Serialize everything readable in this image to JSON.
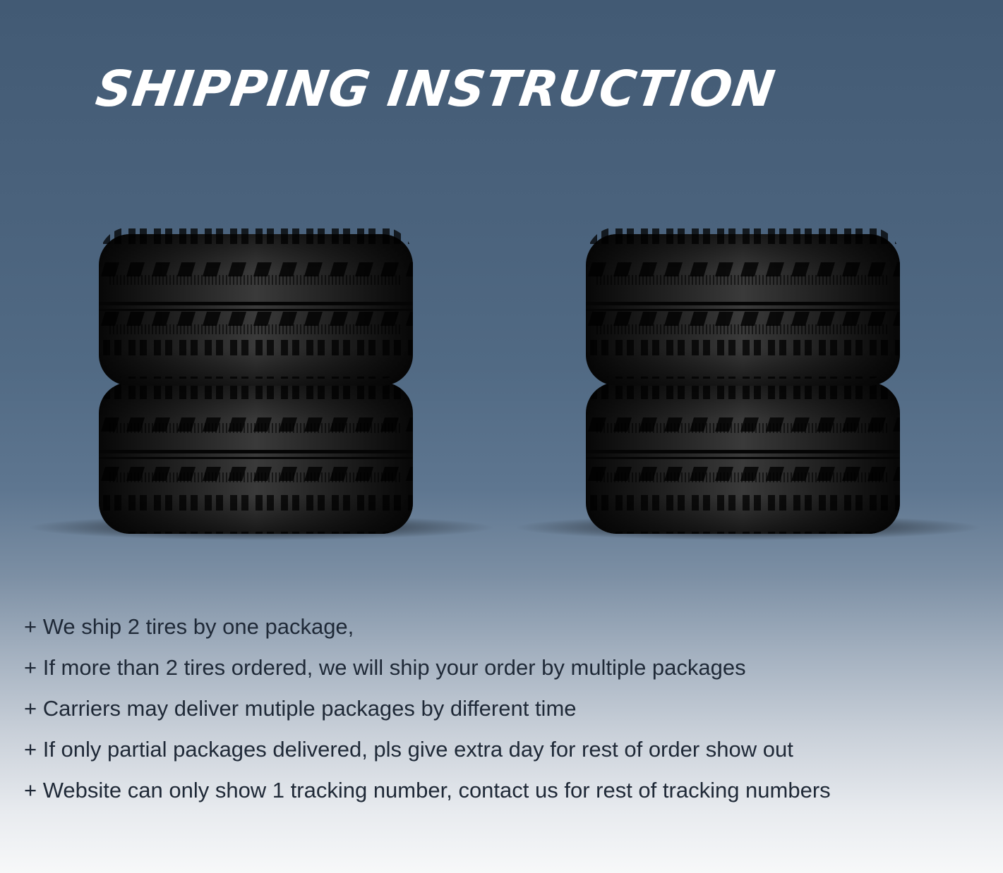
{
  "header": {
    "title": "SHIPPING INSTRUCTION"
  },
  "notes": [
    "+ We ship 2 tires by one package,",
    "+ If more than 2 tires ordered, we will ship your order by multiple packages",
    "+ Carriers may deliver mutiple packages by different time",
    "+ If only partial packages delivered, pls give extra day for rest of order show out",
    "+ Website can only show 1 tracking number, contact us for rest of tracking numbers"
  ],
  "colors": {
    "background_top": "#425a74",
    "background_bottom": "#f7f8f9",
    "title": "#ffffff",
    "text": "#1f2937",
    "tire": "#141414"
  },
  "icons": {
    "tire_stack_left": "tire-stack-icon",
    "tire_stack_right": "tire-stack-icon"
  }
}
